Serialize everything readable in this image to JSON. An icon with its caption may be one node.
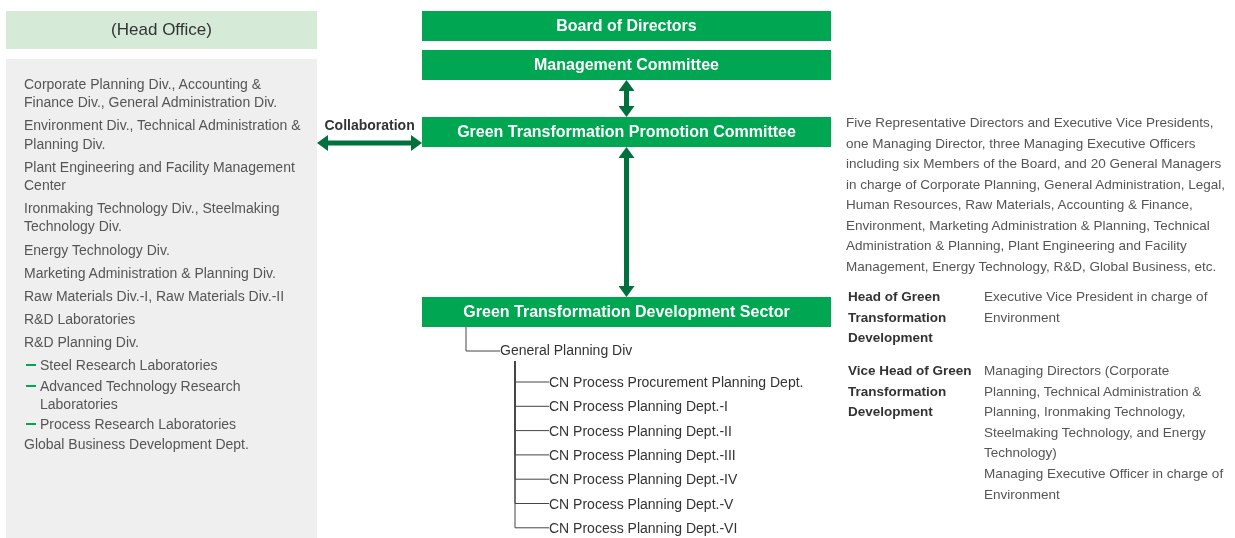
{
  "diagram": {
    "nodes": [
      {
        "text": [
          "(Head Office)"
        ]
      },
      {
        "text": [
          "Corporate Planning Div., Accounting & Finance Div., General Administration Div.",
          "Environment Div., Technical Administration & Planning Div.",
          "Plant Engineering and Facility Management Center",
          "Ironmaking Technology Div., Steelmaking Technology Div.",
          "Energy Technology Div.",
          "Marketing Administration & Planning Div.",
          "Raw Materials Div.-I, Raw Materials Div.-II",
          "R&D Laboratories",
          "R&D Planning Div.",
          "Steel Research Laboratories",
          "Advanced Technology Research Laboratories",
          "Process Research Laboratories",
          "Global Business Development Dept."
        ]
      },
      {
        "text": [
          "Board of Directors"
        ]
      },
      {
        "text": [
          "Management Committee"
        ]
      },
      {
        "text": [
          "Green Transformation Promotion Committee"
        ],
        "beside": [
          "Five Representative Directors and Executive Vice Presidents, one Managing Director, three Managing Executive Officers including six Members of the Board, and 20 General Managers in charge of Corporate Planning, General Administration, Legal, Human Resources, Raw Materials, Accounting & Finance, Environment, Marketing Administration & Planning, Technical Administration & Planning, Plant Engineering and Facility Management, Energy Technology, R&D, Global Business, etc."
        ]
      },
      {
        "text": [
          "Green Transformation Development Sector"
        ]
      },
      {
        "text": [
          "General Planning Div"
        ]
      },
      {
        "text": [
          "CN Process Procurement Planning Dept."
        ]
      },
      {
        "text": [
          "CN Process Planning Dept.-I"
        ]
      },
      {
        "text": [
          "CN Process Planning Dept.-II"
        ]
      },
      {
        "text": [
          "CN Process Planning Dept.-III"
        ]
      },
      {
        "text": [
          "CN Process Planning Dept.-IV"
        ]
      },
      {
        "text": [
          "CN Process Planning Dept.-V"
        ]
      },
      {
        "text": [
          "CN Process Planning Dept.-VI"
        ]
      }
    ],
    "edges": [
      {
        "from": 1,
        "to": 4,
        "arrow": "both",
        "label": "Collaboration",
        "style": "thick",
        "color": "#00703c"
      },
      {
        "from": 3,
        "to": 4,
        "arrow": "both",
        "style": "thick",
        "color": "#00703c"
      },
      {
        "from": 4,
        "to": 5,
        "arrow": "both",
        "style": "thick",
        "color": "#00703c"
      },
      {
        "from": 5,
        "to": 6,
        "arrow": "none"
      },
      {
        "from": 6,
        "to": 7,
        "arrow": "none"
      },
      {
        "from": 6,
        "to": 8,
        "arrow": "none"
      },
      {
        "from": 6,
        "to": 9,
        "arrow": "none"
      },
      {
        "from": 6,
        "to": 10,
        "arrow": "none"
      },
      {
        "from": 6,
        "to": 11,
        "arrow": "none"
      },
      {
        "from": 6,
        "to": 12,
        "arrow": "none"
      },
      {
        "from": 6,
        "to": 13,
        "arrow": "none"
      }
    ],
    "labels": [
      "Head of Green Transformation Development",
      "Executive Vice President in charge of Environment",
      "Vice Head of Green Transformation Development",
      "Managing Directors (Corporate Planning, Technical Administration & Planning, Ironmaking Technology, Steelmaking Technology, and Energy Technology)",
      "Managing Executive Officer in charge of Environment"
    ]
  }
}
